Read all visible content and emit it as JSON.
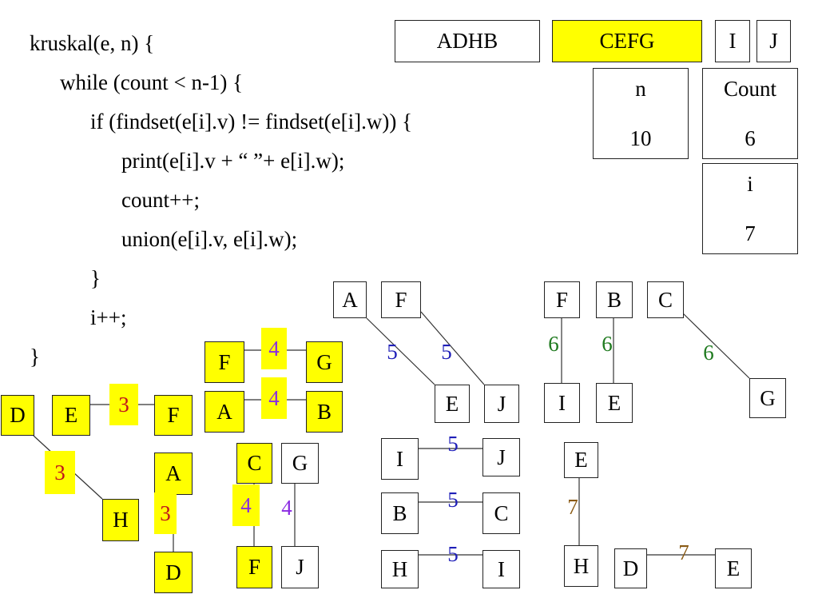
{
  "code": [
    "kruskal(e, n) {",
    "while (count < n-1) {",
    "if (findset(e[i].v) != findset(e[i].w)) {",
    "print(e[i].v + “ ”+ e[i].w);",
    "count++;",
    "union(e[i].v, e[i].w);",
    "}",
    "i++;",
    "}"
  ],
  "sets": [
    "ADHB",
    "CEFG",
    "I",
    "J"
  ],
  "vars": {
    "n_label": "n",
    "n_value": "10",
    "count_label": "Count",
    "count_value": "6",
    "i_label": "i",
    "i_value": "7"
  },
  "nodes": [
    "D",
    "E",
    "F",
    "H",
    "A",
    "D",
    "F",
    "G",
    "A",
    "B",
    "C",
    "G",
    "F",
    "J",
    "A",
    "F",
    "E",
    "J",
    "I",
    "J",
    "B",
    "C",
    "H",
    "I",
    "F",
    "B",
    "C",
    "I",
    "E",
    "G",
    "E",
    "H",
    "D",
    "E"
  ],
  "weights": [
    "3",
    "3",
    "3",
    "4",
    "4",
    "4",
    "4",
    "5",
    "5",
    "5",
    "5",
    "5",
    "6",
    "6",
    "6",
    "7",
    "7"
  ],
  "colors": {
    "highlight": "#ffff00",
    "blue": "#1f1fb8",
    "green": "#1f7a1f",
    "red": "#c0141c",
    "purple": "#8a2be2",
    "brown": "#8a5a14"
  }
}
